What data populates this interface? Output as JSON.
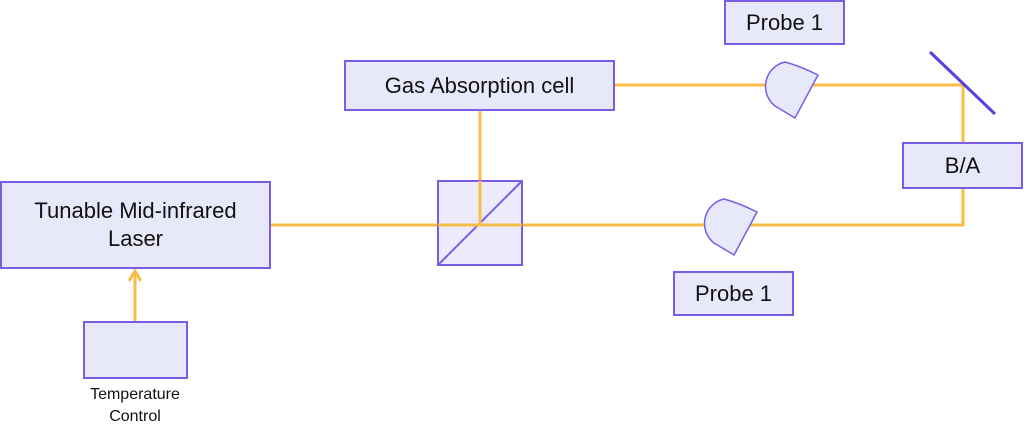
{
  "diagram": {
    "title": "",
    "nodes": {
      "laser": {
        "label": "Tunable Mid-infrared Laser"
      },
      "gas_cell": {
        "label": "Gas Absorption cell"
      },
      "beam_splitter": {
        "label": ""
      },
      "probe_top": {
        "label": "Probe 1"
      },
      "probe_bottom": {
        "label": "Probe 1"
      },
      "ba": {
        "label": "B/A"
      },
      "temperature": {
        "label": "Temperature Control"
      }
    },
    "edges": [
      {
        "from": "temperature",
        "to": "laser",
        "type": "arrow"
      },
      {
        "from": "laser",
        "to": "beam_splitter",
        "type": "beam"
      },
      {
        "from": "beam_splitter",
        "to": "gas_cell",
        "type": "beam"
      },
      {
        "from": "gas_cell",
        "to": "probe_top",
        "type": "beam"
      },
      {
        "from": "probe_top",
        "to": "mirror",
        "type": "beam"
      },
      {
        "from": "mirror",
        "to": "ba",
        "type": "beam"
      },
      {
        "from": "beam_splitter",
        "to": "probe_bottom",
        "type": "beam"
      },
      {
        "from": "probe_bottom",
        "to": "ba",
        "type": "beam"
      }
    ],
    "colors": {
      "beam": "#f9bd45",
      "outline": "#7b5ce6",
      "fill": "#e8e8fb",
      "mirror": "#5a3fe0"
    }
  }
}
